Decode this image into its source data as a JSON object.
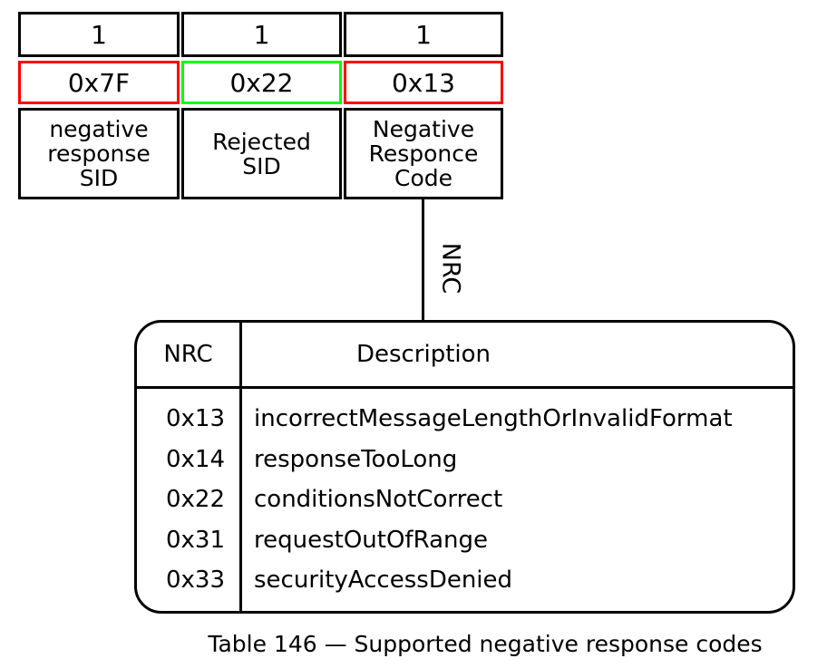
{
  "colors": {
    "red": "#ff0000",
    "green": "#00ff00",
    "line": "#000000",
    "background": "#ffffff"
  },
  "message": {
    "bytes": [
      {
        "size": "1",
        "value": "0x7F",
        "border": "red",
        "label_lines": [
          "negative",
          "response",
          "SID"
        ]
      },
      {
        "size": "1",
        "value": "0x22",
        "border": "green",
        "label_lines": [
          "Rejected",
          "SID"
        ]
      },
      {
        "size": "1",
        "value": "0x13",
        "border": "red",
        "label_lines": [
          "Negative",
          "Responce",
          "Code"
        ]
      }
    ]
  },
  "connector": {
    "label": "NRC"
  },
  "nrc_table": {
    "header": {
      "code": "NRC",
      "description": "Description"
    },
    "rows": [
      {
        "code": "0x13",
        "description": "incorrectMessageLengthOrInvalidFormat"
      },
      {
        "code": "0x14",
        "description": "responseTooLong"
      },
      {
        "code": "0x22",
        "description": "conditionsNotCorrect"
      },
      {
        "code": "0x31",
        "description": "requestOutOfRange"
      },
      {
        "code": "0x33",
        "description": "securityAccessDenied"
      }
    ]
  },
  "caption": "Table 146 — Supported negative response codes"
}
